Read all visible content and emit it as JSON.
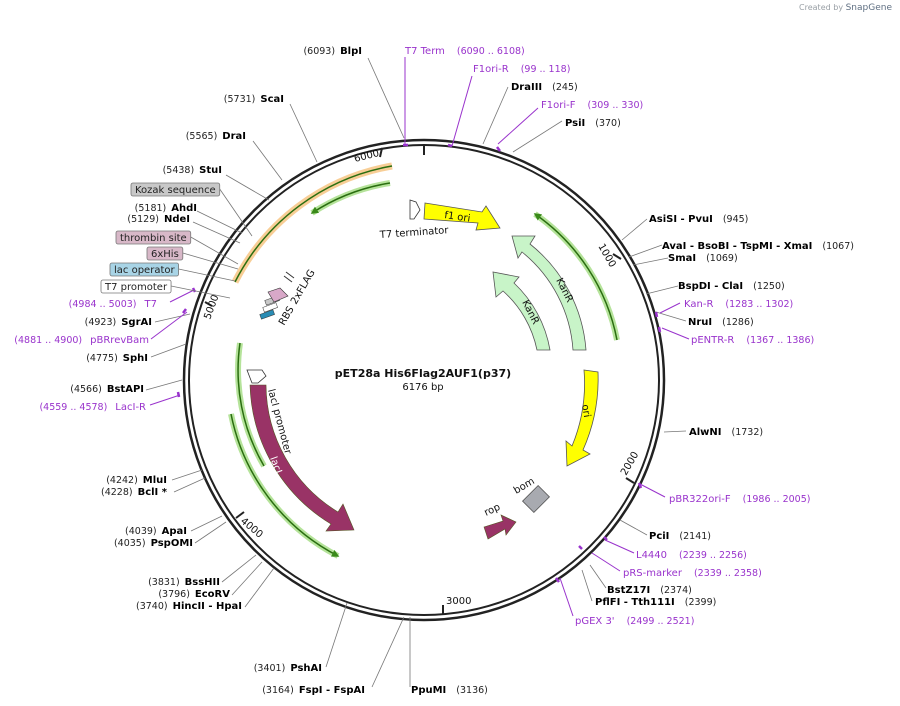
{
  "credit": {
    "prefix": "Created by",
    "brand": "SnapGene"
  },
  "plasmid": {
    "name": "pET28a His6Flag2AUF1(p37)",
    "length_label": "6176 bp"
  },
  "tick_labels": [
    "1000",
    "2000",
    "3000",
    "4000",
    "5000",
    "6000"
  ],
  "colors": {
    "primer": "#9933cc",
    "enzyme_text": "#000000",
    "backbone": "#222222"
  },
  "enzymes": [
    {
      "name": "BlpI",
      "pos": "(6093)"
    },
    {
      "name": "ScaI",
      "pos": "(5731)"
    },
    {
      "name": "DraI",
      "pos": "(5565)"
    },
    {
      "name": "StuI",
      "pos": "(5438)"
    },
    {
      "name": "AhdI",
      "pos": "(5181)"
    },
    {
      "name": "NdeI",
      "pos": "(5129)"
    },
    {
      "name": "SgrAI",
      "pos": "(4923)"
    },
    {
      "name": "SphI",
      "pos": "(4775)"
    },
    {
      "name": "BstAPI",
      "pos": "(4566)"
    },
    {
      "name": "MluI",
      "pos": "(4242)"
    },
    {
      "name": "BclI *",
      "pos": "(4228)"
    },
    {
      "name": "ApaI",
      "pos": "(4039)"
    },
    {
      "name": "PspOMI",
      "pos": "(4035)"
    },
    {
      "name": "BssHII",
      "pos": "(3831)"
    },
    {
      "name": "EcoRV",
      "pos": "(3796)"
    },
    {
      "name": "HincII  - HpaI",
      "pos": "(3740)"
    },
    {
      "name": "PshAI",
      "pos": "(3401)"
    },
    {
      "name": "FspI  - FspAI",
      "pos": "(3164)"
    },
    {
      "name": "PpuMI",
      "pos": "(3136)"
    },
    {
      "name": "DraIII",
      "pos": "(245)"
    },
    {
      "name": "PsiI",
      "pos": "(370)"
    },
    {
      "name": "AsiSI  - PvuI",
      "pos": "(945)"
    },
    {
      "name": "AvaI  - BsoBI  - TspMI  - XmaI",
      "pos": "(1067)"
    },
    {
      "name": "SmaI",
      "pos": "(1069)"
    },
    {
      "name": "BspDI  - ClaI",
      "pos": "(1250)"
    },
    {
      "name": "NruI",
      "pos": "(1286)"
    },
    {
      "name": "AlwNI",
      "pos": "(1732)"
    },
    {
      "name": "PciI",
      "pos": "(2141)"
    },
    {
      "name": "BstZ17I",
      "pos": "(2374)"
    },
    {
      "name": "PflFI  - Tth111I",
      "pos": "(2399)"
    }
  ],
  "primers": [
    {
      "name": "T7 Term",
      "range": "(6090 .. 6108)"
    },
    {
      "name": "F1ori-R",
      "range": "(99 .. 118)"
    },
    {
      "name": "F1ori-F",
      "range": "(309 .. 330)"
    },
    {
      "name": "Kan-R",
      "range": "(1283 .. 1302)"
    },
    {
      "name": "pENTR-R",
      "range": "(1367 .. 1386)"
    },
    {
      "name": "pBR322ori-F",
      "range": "(1986 .. 2005)"
    },
    {
      "name": "L4440",
      "range": "(2239 .. 2256)"
    },
    {
      "name": "pRS-marker",
      "range": "(2339 .. 2358)"
    },
    {
      "name": "pGEX 3'",
      "range": "(2499 .. 2521)"
    },
    {
      "name": "T7",
      "range": "(4984 .. 5003)"
    },
    {
      "name": "pBRrevBam",
      "range": "(4881 .. 4900)"
    },
    {
      "name": "LacI-R",
      "range": "(4559 .. 4578)"
    }
  ],
  "boxed_features": [
    {
      "name": "Kozak sequence",
      "fill": "#c8c8c8"
    },
    {
      "name": "thrombin site",
      "fill": "#d8b8c8"
    },
    {
      "name": "6xHis",
      "fill": "#d8b8c8"
    },
    {
      "name": "lac operator",
      "fill": "#a8d4e6"
    },
    {
      "name": "T7 promoter",
      "fill": "#ffffff"
    }
  ],
  "features": [
    {
      "name": "f1 ori",
      "fill": "#ffff00"
    },
    {
      "name": "KanR",
      "fill": "#c8f4c8"
    },
    {
      "name": "KanR",
      "fill": "#c8f4c8"
    },
    {
      "name": "ori",
      "fill": "#ffff00"
    },
    {
      "name": "bom",
      "fill": "#a8aab0"
    },
    {
      "name": "rop",
      "fill": "#993366"
    },
    {
      "name": "lacI",
      "fill": "#993366"
    },
    {
      "name": "lacI promoter",
      "fill": "#ffffff"
    },
    {
      "name": "T7 terminator",
      "fill": "#ffffff"
    },
    {
      "name": "RBS",
      "fill": "#ffffff"
    },
    {
      "name": "2xFLAG",
      "fill": "#d8a8c8"
    }
  ]
}
